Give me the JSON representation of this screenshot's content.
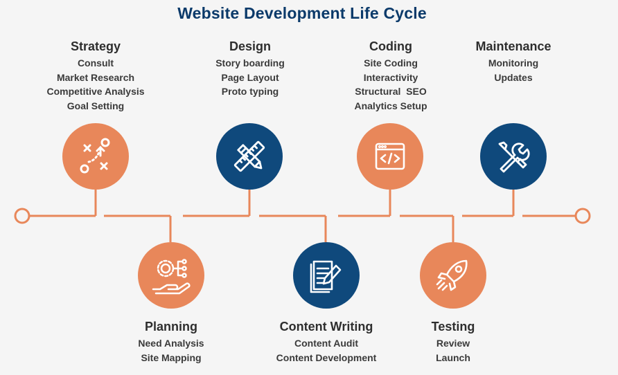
{
  "title": "Website Development Life Cycle",
  "colors": {
    "orange": "#e8875a",
    "navy": "#0f497c",
    "line": "#e8875a",
    "title": "#0b3a6a"
  },
  "stages": {
    "strategy": {
      "name": "Strategy",
      "items": [
        "Consult",
        "Market Research",
        "Competitive Analysis",
        "Goal Setting"
      ],
      "icon": "strategy-play-icon"
    },
    "planning": {
      "name": "Planning",
      "items": [
        "Need Analysis",
        "Site Mapping"
      ],
      "icon": "gear-hand-icon"
    },
    "design": {
      "name": "Design",
      "items": [
        "Story boarding",
        "Page Layout",
        "Proto typing"
      ],
      "icon": "pencil-ruler-icon"
    },
    "content": {
      "name": "Content Writing",
      "items": [
        "Content Audit",
        "Content Development"
      ],
      "icon": "document-pen-icon"
    },
    "coding": {
      "name": "Coding",
      "items": [
        "Site Coding",
        "Interactivity",
        "Structural  SEO",
        "Analytics Setup"
      ],
      "icon": "code-window-icon"
    },
    "testing": {
      "name": "Testing",
      "items": [
        "Review",
        "Launch"
      ],
      "icon": "rocket-icon"
    },
    "maintenance": {
      "name": "Maintenance",
      "items": [
        "Monitoring",
        "Updates"
      ],
      "icon": "wrench-screwdriver-icon"
    }
  }
}
